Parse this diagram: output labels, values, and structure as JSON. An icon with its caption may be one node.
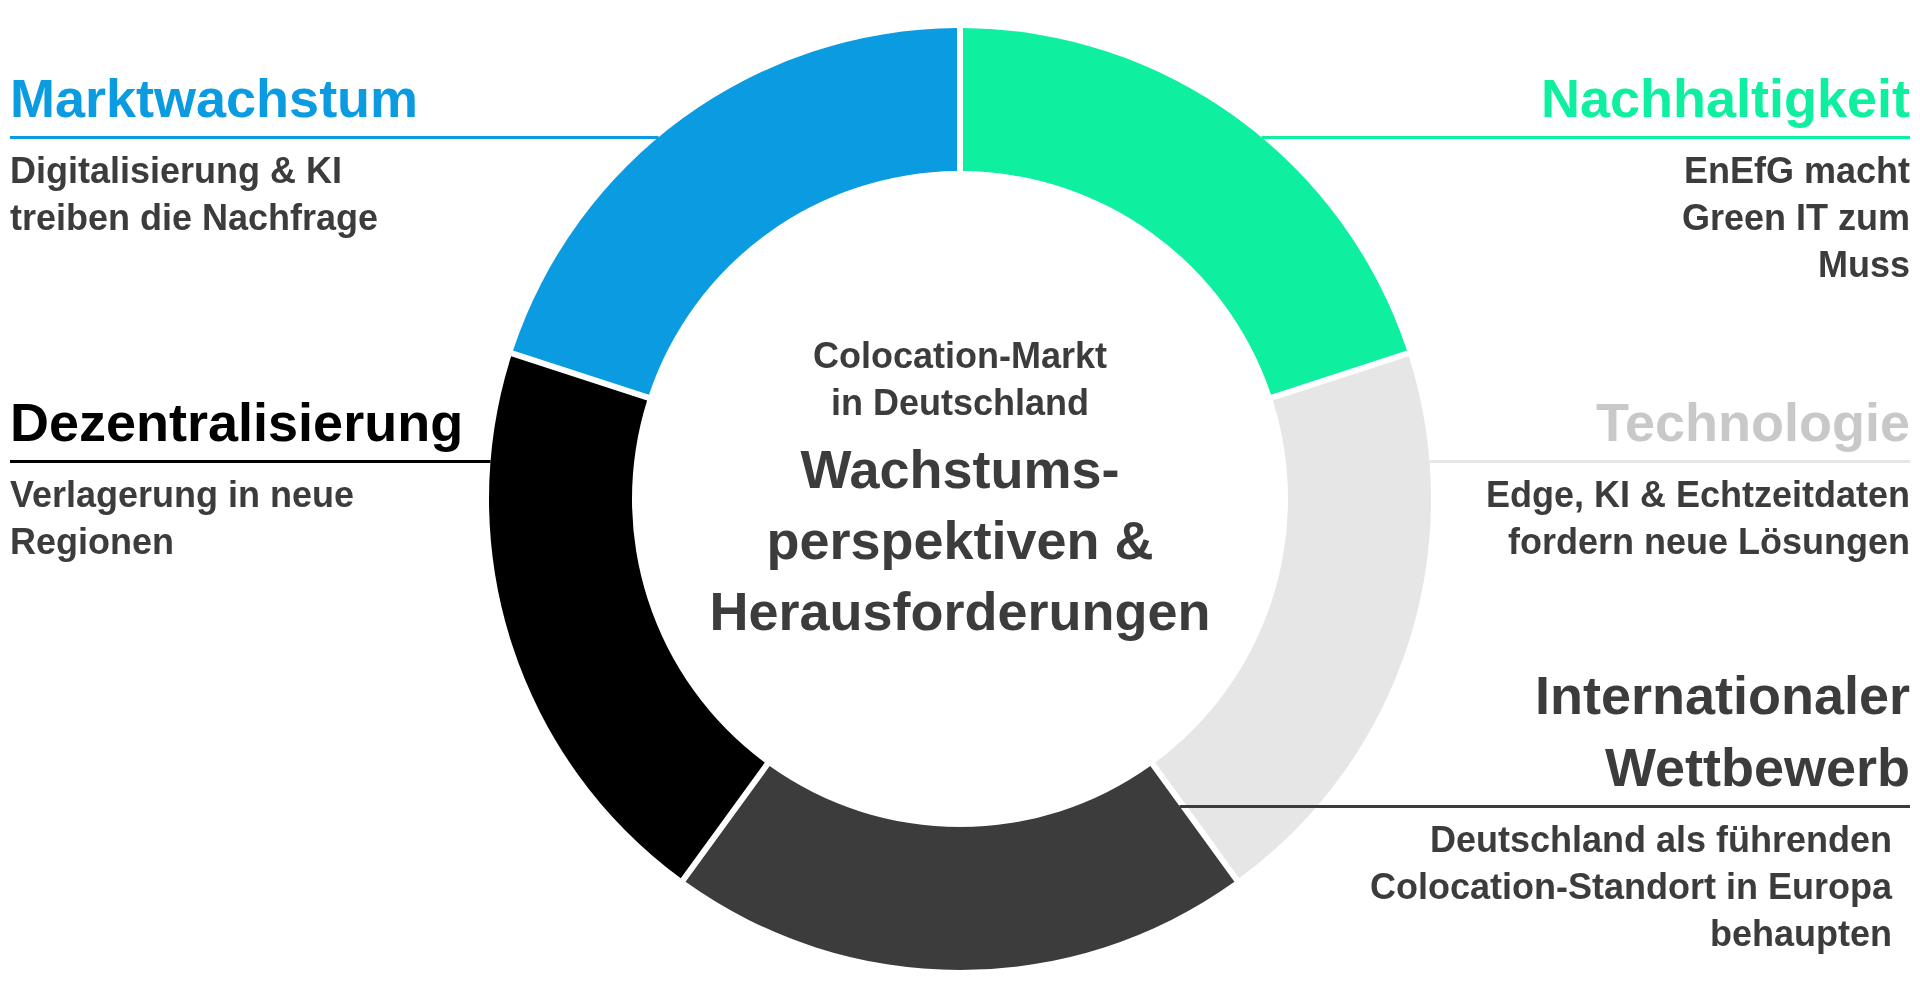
{
  "diagram": {
    "title": "Wachstums- perspektiven & Herausforderungen",
    "nodes": [
      {
        "text": [
          "Marktwachstum",
          "Digitalisierung & KI treiben die Nachfrage"
        ]
      },
      {
        "text": [
          "Nachhaltigkeit",
          "EnEfG macht Green IT zum Muss"
        ]
      },
      {
        "text": [
          "Dezentralisierung",
          "Verlagerung in neue Regionen"
        ]
      },
      {
        "text": [
          "Technologie",
          "Edge, KI & Echtzeitdaten fordern neue Lösungen"
        ]
      },
      {
        "text": [
          "Internationaler Wettbewerb",
          "Deutschland als führenden Colocation-Standort in Europa behaupten"
        ]
      },
      {
        "text": [],
        "shape": "segment"
      },
      {
        "text": [],
        "shape": "segment"
      },
      {
        "text": [],
        "shape": "segment"
      },
      {
        "text": [],
        "shape": "segment"
      },
      {
        "text": [],
        "shape": "segment"
      }
    ],
    "edges": [
      {
        "from": 0,
        "to": 5,
        "arrow": "none",
        "color": "#0a9be0"
      },
      {
        "from": 1,
        "to": 6,
        "arrow": "none",
        "color": "#0ef0a0"
      },
      {
        "from": 2,
        "to": 7,
        "arrow": "none",
        "color": "#000000"
      },
      {
        "from": 3,
        "to": 8,
        "arrow": "none",
        "color": "#e6e6e6"
      },
      {
        "from": 4,
        "to": 9,
        "arrow": "none",
        "color": "#3c3c3c"
      }
    ],
    "labels": [
      "Colocation-Markt in Deutschland"
    ]
  }
}
